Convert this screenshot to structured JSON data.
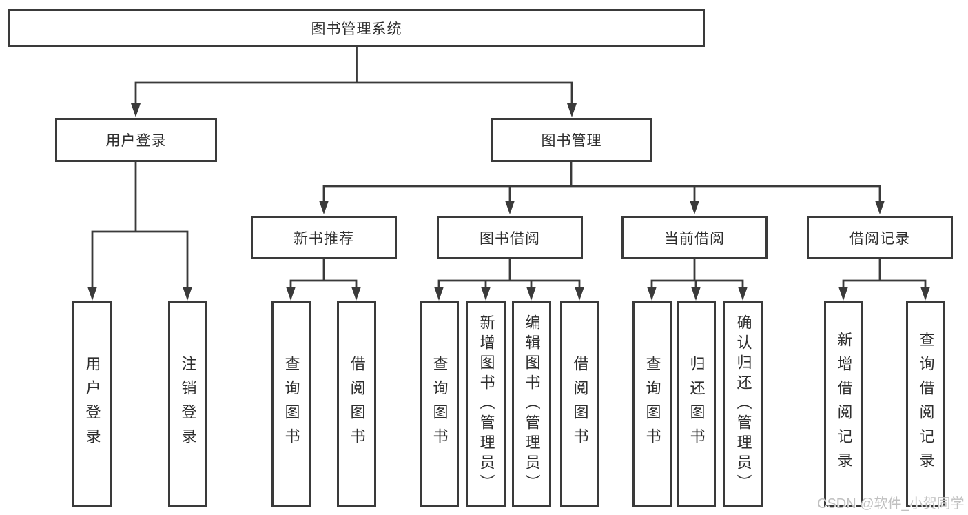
{
  "colors": {
    "line": "#3a3a3a",
    "text": "#2e2e2e",
    "background": "#ffffff",
    "watermark_text": "#c0c0c0"
  },
  "tree": {
    "label": "图书管理系统",
    "children": [
      {
        "label": "用户登录",
        "children": [
          {
            "label": "用户登录"
          },
          {
            "label": "注销登录"
          }
        ]
      },
      {
        "label": "图书管理",
        "children": [
          {
            "label": "新书推荐",
            "children": [
              {
                "label": "查询图书"
              },
              {
                "label": "借阅图书"
              }
            ]
          },
          {
            "label": "图书借阅",
            "children": [
              {
                "label": "查询图书"
              },
              {
                "label": "新增图书（管理员）"
              },
              {
                "label": "编辑图书（管理员）"
              },
              {
                "label": "借阅图书"
              }
            ]
          },
          {
            "label": "当前借阅",
            "children": [
              {
                "label": "查询图书"
              },
              {
                "label": "归还图书"
              },
              {
                "label": "确认归还（管理员）"
              }
            ]
          },
          {
            "label": "借阅记录",
            "children": [
              {
                "label": "新增借阅记录"
              },
              {
                "label": "查询借阅记录"
              }
            ]
          }
        ]
      }
    ]
  },
  "watermark": {
    "text": "CSDN @软件_小贺同学"
  }
}
